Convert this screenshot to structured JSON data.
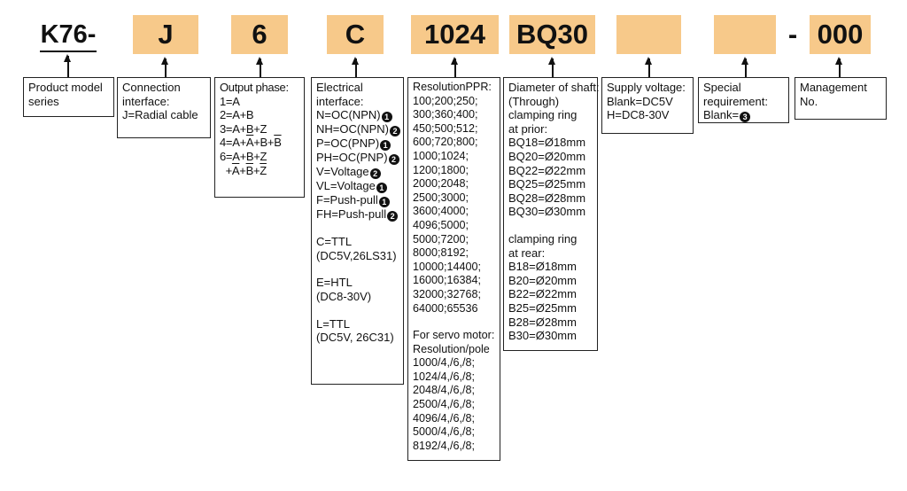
{
  "code_segments": [
    {
      "id": "prefix",
      "text": "K76-",
      "boxed": false
    },
    {
      "id": "conn",
      "text": "J",
      "boxed": true
    },
    {
      "id": "phase",
      "text": "6",
      "boxed": true
    },
    {
      "id": "elec",
      "text": "C",
      "boxed": true
    },
    {
      "id": "res",
      "text": "1024",
      "boxed": true
    },
    {
      "id": "shaft",
      "text": "BQ30",
      "boxed": true
    },
    {
      "id": "volt",
      "text": "",
      "boxed": true
    },
    {
      "id": "special",
      "text": "",
      "boxed": true
    },
    {
      "id": "dash",
      "text": "-",
      "boxed": false
    },
    {
      "id": "mgmt",
      "text": "000",
      "boxed": true
    }
  ],
  "boxes": {
    "product": [
      "Product model",
      "series"
    ],
    "connection": [
      "Connection",
      "interface:",
      "J=Radial cable"
    ],
    "phase": [
      [
        {
          "t": "Output phase:"
        }
      ],
      [
        {
          "t": "1=A"
        }
      ],
      [
        {
          "t": "2=A+B"
        }
      ],
      [
        {
          "t": "3=A+B+Z"
        }
      ],
      [
        {
          "t": "4=A+"
        },
        {
          "t": "A",
          "o": true
        },
        {
          "t": "+B+"
        },
        {
          "t": "B",
          "o": true
        }
      ],
      [
        {
          "t": "6=A+B+Z"
        }
      ],
      [
        {
          "t": "  +"
        },
        {
          "t": "A",
          "o": true
        },
        {
          "t": "+"
        },
        {
          "t": "B",
          "o": true
        },
        {
          "t": "+"
        },
        {
          "t": "Z",
          "o": true
        }
      ]
    ],
    "electrical": [
      {
        "t": "Electrical"
      },
      {
        "t": "interface:"
      },
      {
        "t": "N=OC(NPN)",
        "c": "1"
      },
      {
        "t": "NH=OC(NPN)",
        "c": "2"
      },
      {
        "t": "P=OC(PNP)",
        "c": "1"
      },
      {
        "t": "PH=OC(PNP)",
        "c": "2"
      },
      {
        "t": "V=Voltage",
        "c": "2"
      },
      {
        "t": "VL=Voltage",
        "c": "1"
      },
      {
        "t": "F=Push-pull",
        "c": "1"
      },
      {
        "t": "FH=Push-pull",
        "c": "2"
      },
      {
        "gap": true
      },
      {
        "t": "C=TTL"
      },
      {
        "t": "(DC5V,26LS31)"
      },
      {
        "gap": true
      },
      {
        "t": "E=HTL"
      },
      {
        "t": "(DC8-30V)"
      },
      {
        "gap": true
      },
      {
        "t": "L=TTL"
      },
      {
        "t": "(DC5V, 26C31)"
      }
    ],
    "resolution": [
      {
        "cells": [
          "Resolution",
          "PPR:"
        ]
      },
      {
        "cells": [
          "100;",
          "200;",
          "250;"
        ]
      },
      {
        "cells": [
          "300;",
          "360;",
          "400;"
        ]
      },
      {
        "cells": [
          "450;",
          "500;",
          "512;"
        ]
      },
      {
        "cells": [
          "600;",
          "720;",
          "800;"
        ]
      },
      {
        "cells": [
          "1000;",
          "1024;"
        ]
      },
      {
        "cells": [
          "1200;",
          "1800;"
        ]
      },
      {
        "cells": [
          "2000;",
          "2048;"
        ]
      },
      {
        "cells": [
          "2500;",
          "3000;"
        ]
      },
      {
        "cells": [
          "3600;",
          "4000;"
        ]
      },
      {
        "cells": [
          "4096;",
          "5000;"
        ]
      },
      {
        "cells": [
          "5000;",
          "7200;"
        ]
      },
      {
        "cells": [
          "8000;",
          "8192;"
        ]
      },
      {
        "cells": [
          "10000;",
          "14400;"
        ]
      },
      {
        "cells": [
          "16000;",
          "16384;"
        ]
      },
      {
        "cells": [
          "32000;",
          "32768;"
        ]
      },
      {
        "cells": [
          "64000;",
          "65536"
        ]
      },
      {
        "gap": true
      },
      {
        "t": "For servo motor:"
      },
      {
        "t": "Resolution/pole"
      },
      {
        "cells": [
          "1000/4,",
          "/6,",
          "/8;"
        ]
      },
      {
        "cells": [
          "1024/4,",
          "/6,",
          "/8;"
        ]
      },
      {
        "cells": [
          "2048/4,",
          "/6,",
          "/8;"
        ]
      },
      {
        "cells": [
          "2500/4,",
          "/6,",
          "/8;"
        ]
      },
      {
        "cells": [
          "4096/4,",
          "/6,",
          "/8;"
        ]
      },
      {
        "cells": [
          "5000/4,",
          "/6,",
          "/8;"
        ]
      },
      {
        "cells": [
          "8192/4,",
          "/6,",
          "/8;"
        ]
      }
    ],
    "shaft": [
      {
        "t": "Diameter of shaft:"
      },
      {
        "t": "(Through)"
      },
      {
        "t": "clamping ring"
      },
      {
        "t": "at prior:"
      },
      {
        "t": "BQ18=Ø18mm"
      },
      {
        "t": "BQ20=Ø20mm"
      },
      {
        "t": "BQ22=Ø22mm"
      },
      {
        "t": "BQ25=Ø25mm"
      },
      {
        "t": "BQ28=Ø28mm"
      },
      {
        "t": "BQ30=Ø30mm"
      },
      {
        "gap": true
      },
      {
        "t": "clamping ring"
      },
      {
        "t": "at rear:"
      },
      {
        "t": "B18=Ø18mm"
      },
      {
        "t": "B20=Ø20mm"
      },
      {
        "t": "B22=Ø22mm"
      },
      {
        "t": "B25=Ø25mm"
      },
      {
        "t": "B28=Ø28mm"
      },
      {
        "t": "B30=Ø30mm"
      }
    ],
    "voltage": [
      {
        "t": "Supply voltage:"
      },
      {
        "t": "Blank=DC5V"
      },
      {
        "t": "H=DC8-30V"
      }
    ],
    "special": [
      {
        "t": "Special"
      },
      {
        "t": "requirement:"
      },
      {
        "t": "Blank=",
        "c": "3"
      }
    ],
    "management": [
      "Management",
      "No."
    ]
  },
  "colors": {
    "code_box": "#f7c98a",
    "text": "#111111",
    "border": "#222222"
  }
}
